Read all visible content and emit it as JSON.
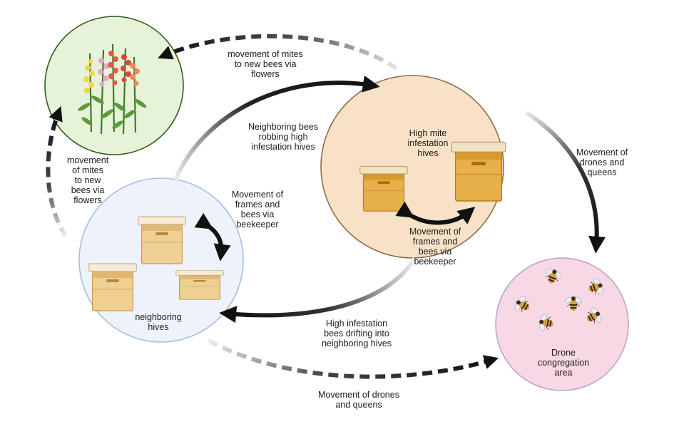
{
  "nodes": {
    "flowers": {
      "icon": "flowers-icon"
    },
    "neighboring_hives": {
      "label": "neighboring\nhives",
      "fill": "#eef2fb",
      "stroke": "#a9bde2"
    },
    "high_mite_hives": {
      "label": "High mite\ninfestation\nhives",
      "fill": "#f7e2c7",
      "stroke": "#9a6b3c"
    },
    "drone_area": {
      "label": "Drone\ncongregation\narea",
      "fill": "#f8d8e4",
      "stroke": "#b9a0c9"
    }
  },
  "flower_circle": {
    "fill": "#e7f3d8",
    "stroke": "#2f5a1f"
  },
  "edges": {
    "mites_top": "movement of mites\nto new bees via\nflowers",
    "mites_left": "movement\nof mites\nto new\nbees via\nflowers",
    "robbing": "Neighboring bees\nrobbing high\ninfestation hives",
    "beekeeper_left": "Movement of\nframes and\nbees via\nbeekeeper",
    "beekeeper_center": "Movement of\nframes and\nbees via\nbeekeeper",
    "drones_right": "Movement of\ndrones and\nqueens",
    "drifting": "High infestation\nbees drifting into\nneighboring hives",
    "drones_bottom": "Movement of drones\nand queens"
  },
  "icons": [
    "hive-box-icon",
    "bee-icon",
    "flower-icon"
  ]
}
